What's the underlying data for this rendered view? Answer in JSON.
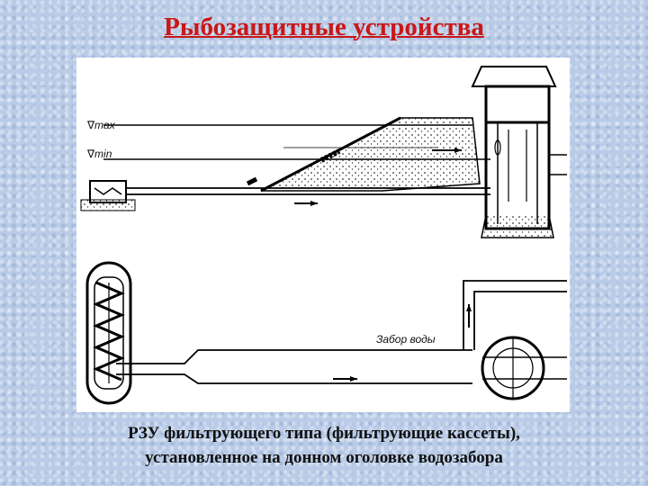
{
  "title": "Рыбозащитные устройства",
  "diagram": {
    "labels": {
      "level_max": "∇max",
      "level_min": "∇min",
      "water_intake": "Забор воды"
    }
  },
  "caption": {
    "line1": "РЗУ фильтрующего типа (фильтрующие кассеты),",
    "line2": "установленное на донном оголовке водозабора"
  }
}
